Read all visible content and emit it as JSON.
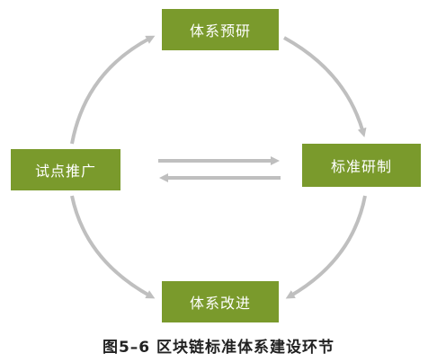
{
  "nodes": {
    "top": "体系预研",
    "right": "标准研制",
    "bottom": "体系改进",
    "left": "试点推广"
  },
  "caption": "图5–6 区块链标准体系建设环节",
  "colors": {
    "node_fill": "#7a9a2c",
    "node_text": "#ffffff",
    "arrow": "#bfbfbf",
    "caption": "#222222"
  }
}
